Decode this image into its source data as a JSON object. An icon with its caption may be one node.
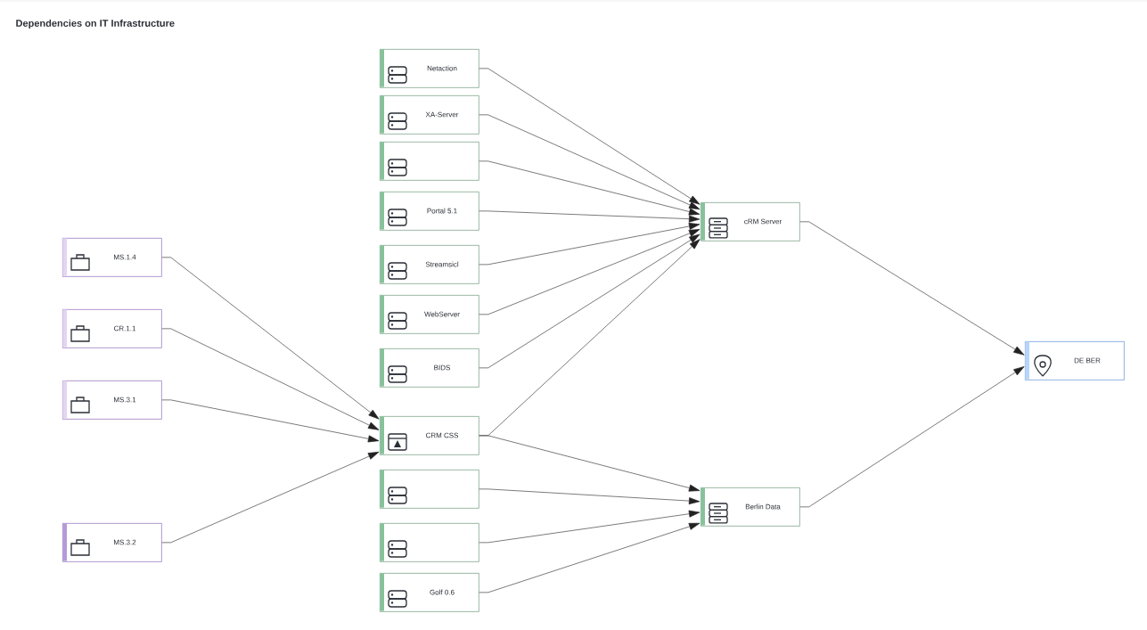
{
  "diagram": {
    "title": "Dependencies on IT Infrastructure",
    "nodes": [
      {
        "text": [
          "MS.1.4"
        ]
      },
      {
        "text": [
          "CR.1.1"
        ]
      },
      {
        "text": [
          "MS.3.1"
        ]
      },
      {
        "text": [
          "MS.3.2"
        ]
      },
      {
        "text": [
          "Netaction"
        ]
      },
      {
        "text": [
          "XA-Server"
        ]
      },
      {
        "text": [],
        "shape": "box"
      },
      {
        "text": [
          "Portal 5.1"
        ]
      },
      {
        "text": [
          "Streamsicl"
        ]
      },
      {
        "text": [
          "WebServer"
        ]
      },
      {
        "text": [
          "BIDS"
        ]
      },
      {
        "text": [
          "CRM CSS"
        ]
      },
      {
        "text": [],
        "shape": "box"
      },
      {
        "text": [],
        "shape": "box"
      },
      {
        "text": [
          "Golf 0.6"
        ]
      },
      {
        "text": [
          "cRM Server"
        ]
      },
      {
        "text": [
          "Berlin Data"
        ]
      },
      {
        "text": [
          "DE BER"
        ]
      }
    ],
    "edges": [
      {
        "from": 0,
        "to": 11,
        "arrow": "to"
      },
      {
        "from": 1,
        "to": 11,
        "arrow": "to"
      },
      {
        "from": 2,
        "to": 11,
        "arrow": "to"
      },
      {
        "from": 3,
        "to": 11,
        "arrow": "to"
      },
      {
        "from": 4,
        "to": 15,
        "arrow": "to"
      },
      {
        "from": 5,
        "to": 15,
        "arrow": "to"
      },
      {
        "from": 6,
        "to": 15,
        "arrow": "to"
      },
      {
        "from": 7,
        "to": 15,
        "arrow": "to"
      },
      {
        "from": 8,
        "to": 15,
        "arrow": "to"
      },
      {
        "from": 9,
        "to": 15,
        "arrow": "to"
      },
      {
        "from": 10,
        "to": 15,
        "arrow": "to"
      },
      {
        "from": 11,
        "to": 15,
        "arrow": "to"
      },
      {
        "from": 11,
        "to": 16,
        "arrow": "to"
      },
      {
        "from": 12,
        "to": 16,
        "arrow": "to"
      },
      {
        "from": 13,
        "to": 16,
        "arrow": "to"
      },
      {
        "from": 14,
        "to": 16,
        "arrow": "to"
      },
      {
        "from": 15,
        "to": 17,
        "arrow": "to"
      },
      {
        "from": 16,
        "to": 17,
        "arrow": "to"
      }
    ]
  }
}
